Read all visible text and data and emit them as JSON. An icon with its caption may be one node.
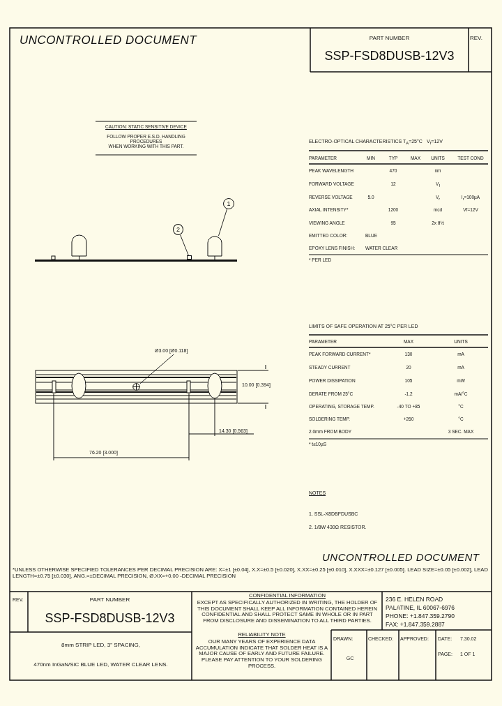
{
  "diagram": {
    "title": "SSP-FSD8DUSB-12V3",
    "nodes": [
      {
        "text": [
          "1"
        ]
      },
      {
        "text": [],
        "shape": "picture"
      },
      {
        "text": [
          "2"
        ]
      },
      {
        "text": [],
        "shape": "box"
      },
      {
        "text": [
          "Ø3.00 [Ø0.118]"
        ]
      },
      {
        "text": [],
        "shape": "circle"
      }
    ],
    "edges": [
      {
        "from": 0,
        "to": 1,
        "arrow": "none"
      },
      {
        "from": 2,
        "to": 3,
        "arrow": "none"
      },
      {
        "from": 4,
        "to": 5,
        "arrow": "none"
      }
    ],
    "labels": [
      "UNCONTROLLED DOCUMENT",
      "PART NUMBER",
      "REV.",
      "CAUTION: STATIC SENSITIVE DEVICE",
      "FOLLOW PROPER E.S.D. HANDLING PROCEDURES",
      "WHEN WORKING WITH THIS PART.",
      "ELECTRO-OPTICAL CHARACTERISTICS T$_{A}$=25°C",
      "V$_{f}$=12V",
      "PARAMETER",
      "MIN",
      "TYP",
      "MAX",
      "UNITS",
      "TEST COND",
      "PEAK WAVELENGTH",
      "470",
      "nm",
      "FORWARD VOLTAGE",
      "12",
      "V$_{f}$",
      "REVERSE VOLTAGE",
      "5.0",
      "V$_{r}$",
      "I$_{r}$=100µA",
      "AXIAL INTENSITY*",
      "1200",
      "mcd",
      "Vf=12V",
      "VIEWING ANGLE",
      "95",
      "2x θ½",
      "EMITTED COLOR:",
      "BLUE",
      "EPOXY LENS FINISH:",
      "WATER CLEAR",
      "* PER LED",
      "10.00 [0.394]",
      "14.30 [0.563]",
      "76.20 [3.000]",
      "LIMITS OF SAFE OPERATION AT 25°C PER LED",
      "PARAMETER",
      "MAX",
      "UNITS",
      "PEAK FORWARD CURRENT*",
      "130",
      "mA",
      "STEADY CURRENT",
      "20",
      "mA",
      "POWER DISSIPATION",
      "105",
      "mW",
      "DERATE FROM 25°C",
      "-1.2",
      "mA/°C",
      "OPERATING, STORAGE TEMP.",
      "-40 TO +85",
      "°C",
      "SOLDERING TEMP.",
      "+260",
      "°C",
      "2.0mm FROM BODY",
      "3 SEC. MAX",
      "* t≤10µS",
      "NOTES",
      "1. SSL-X8DBFDUSBC",
      "2. 1/8W 430Ω RESISTOR.",
      "UNCONTROLLED DOCUMENT",
      "*UNLESS OTHERWISE SPECIFIED TOLERANCES PER DECIMAL PRECISION ARE: X=±1 [±0.04], X.X=±0.5 [±0.020], X.XX=±0.25 [±0.010], X.XXX=±0.127 [±0.005]. LEAD SIZE=±0.05 [±0.002], LEAD LENGTH=±0.75 [±0.030], ANG.=±DECIMAL PRECISION, Ø.XX=+0.00 -DECIMAL PRECISION",
      "REV.",
      "PART NUMBER",
      "SSP-FSD8DUSB-12V3",
      "8mm STRIP LED, 3\" SPACING,",
      "470nm InGaN/SiC BLUE LED, WATER CLEAR LENS.",
      "CONFIDENTIAL INFORMATION",
      "EXCEPT AS SPECIFICALLY AUTHORIZED IN WRITING, THE HOLDER OF THIS DOCUMENT SHALL KEEP ALL INFORMATION CONTAINED HEREIN CONFIDENTIAL AND SHALL PROTECT SAME IN WHOLE OR IN PART FROM DISCLOSURE AND DISSEMINATION TO ALL THIRD PARTIES.",
      "RELIABILITY NOTE",
      "OUR MANY YEARS OF EXPERIENCE DATA ACCUMULATION INDICATE THAT SOLDER HEAT IS A MAJOR CAUSE OF EARLY AND FUTURE FAILURE. PLEASE PAY ATTENTION TO YOUR SOLDERING PROCESS.",
      "236 E. HELEN ROAD",
      "PALATINE, IL 60067-6976",
      "PHONE: +1.847.359.2790",
      "FAX: +1.847.359.2887",
      "DRAWN:",
      "GC",
      "CHECKED:",
      "APPROVED:",
      "DATE:",
      "7.30.02",
      "PAGE:",
      "1 OF 1"
    ]
  }
}
